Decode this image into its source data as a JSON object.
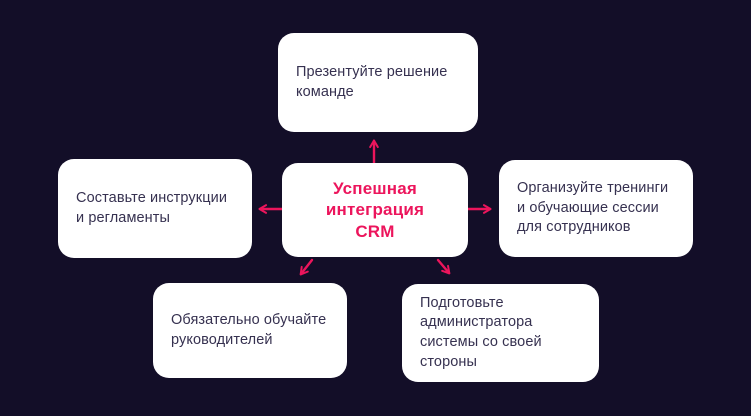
{
  "colors": {
    "background": "#130e28",
    "accent_pink": "#ec155c",
    "card_background": "#ffffff",
    "card_text": "#363150"
  },
  "diagram": {
    "center": {
      "label": "Успешная\nинтеграция\nCRM"
    },
    "nodes": {
      "top": {
        "label": "Презентуйте решение команде"
      },
      "left": {
        "label": "Составьте инструкции и регламенты"
      },
      "right": {
        "label": "Организуйте тренинги и обучающие сессии для сотрудников"
      },
      "bottom_left": {
        "label": "Обязательно обучайте руководителей"
      },
      "bottom_right": {
        "label": "Подготовьте администратора системы со своей стороны"
      }
    },
    "arrow_directions": [
      "up",
      "left",
      "right",
      "down-left",
      "down-right"
    ]
  }
}
